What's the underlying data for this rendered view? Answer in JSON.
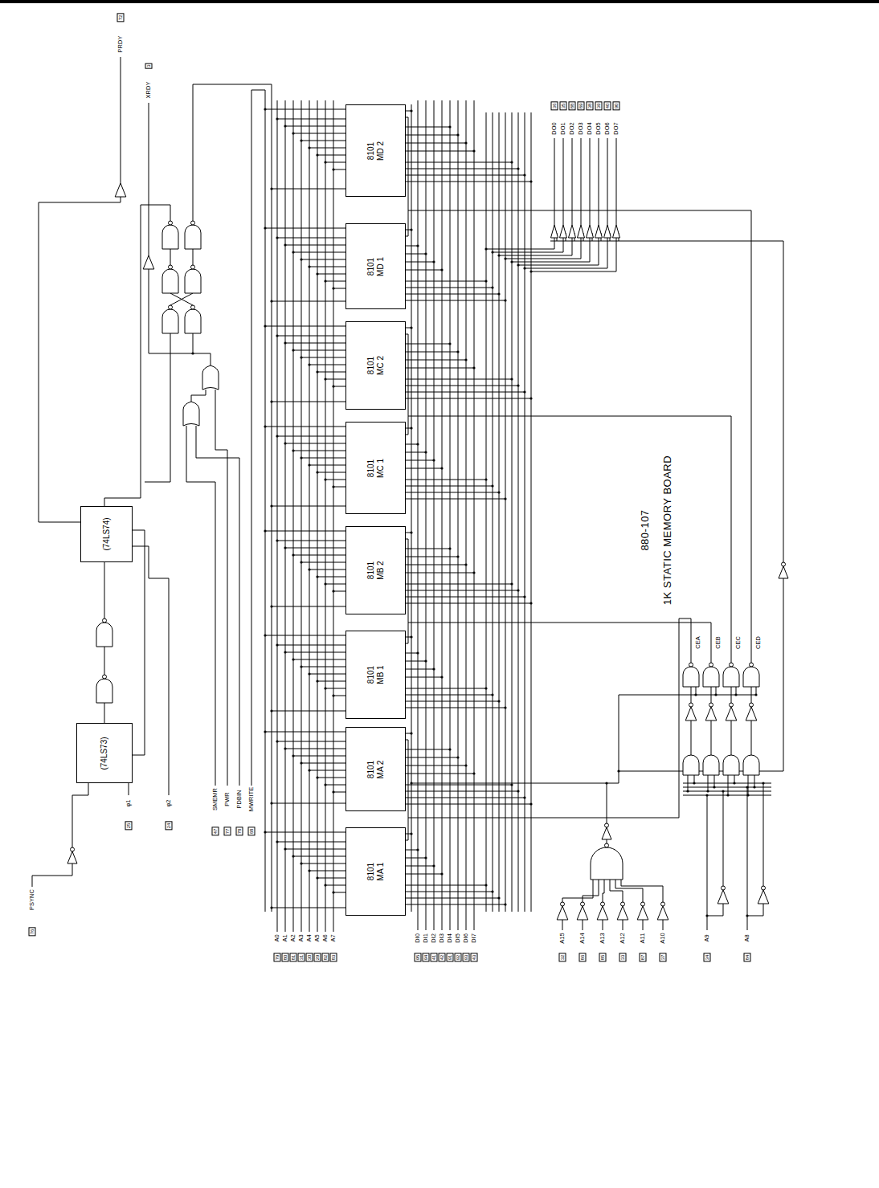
{
  "diagram": {
    "title": "1K STATIC MEMORY BOARD",
    "nodes": [
      {
        "text": [
          "8101",
          "MD 2"
        ]
      },
      {
        "text": [
          "8101",
          "MD 1"
        ]
      },
      {
        "text": [
          "8101",
          "MC 2"
        ]
      },
      {
        "text": [
          "8101",
          "MC 1"
        ]
      },
      {
        "text": [
          "8101",
          "MB 2"
        ]
      },
      {
        "text": [
          "8101",
          "MB 1"
        ]
      },
      {
        "text": [
          "8101",
          "MA 2"
        ]
      },
      {
        "text": [
          "8101",
          "MA 1"
        ]
      },
      {
        "text": [
          "(74LS74)"
        ]
      },
      {
        "text": [
          "(74LS73)"
        ]
      }
    ],
    "labels": [
      "880-107",
      "PRDY",
      "72",
      "XRDY",
      "3",
      "PSYNC",
      "76",
      "φ1",
      "25",
      "φ2",
      "24",
      "SMEMR",
      "47",
      "PWR",
      "77",
      "PDBIN",
      "78",
      "MWRITE",
      "68",
      "A0",
      "79",
      "A1",
      "80",
      "A2",
      "81",
      "A3",
      "31",
      "A4",
      "30",
      "A5",
      "29",
      "A6",
      "82",
      "A7",
      "83",
      "DI0",
      "95",
      "DI1",
      "94",
      "DI2",
      "41",
      "DI3",
      "42",
      "DI4",
      "91",
      "DI5",
      "92",
      "DI6",
      "93",
      "DI7",
      "43",
      "DO0",
      "36",
      "DO1",
      "35",
      "DO2",
      "88",
      "DO3",
      "89",
      "DO4",
      "38",
      "DO5",
      "39",
      "DO6",
      "40",
      "DO7",
      "90",
      "A15",
      "32",
      "A14",
      "86",
      "A13",
      "85",
      "A12",
      "33",
      "A11",
      "87",
      "A10",
      "37",
      "A9",
      "34",
      "A8",
      "84",
      "CEA",
      "CEB",
      "CEC",
      "CED"
    ]
  }
}
